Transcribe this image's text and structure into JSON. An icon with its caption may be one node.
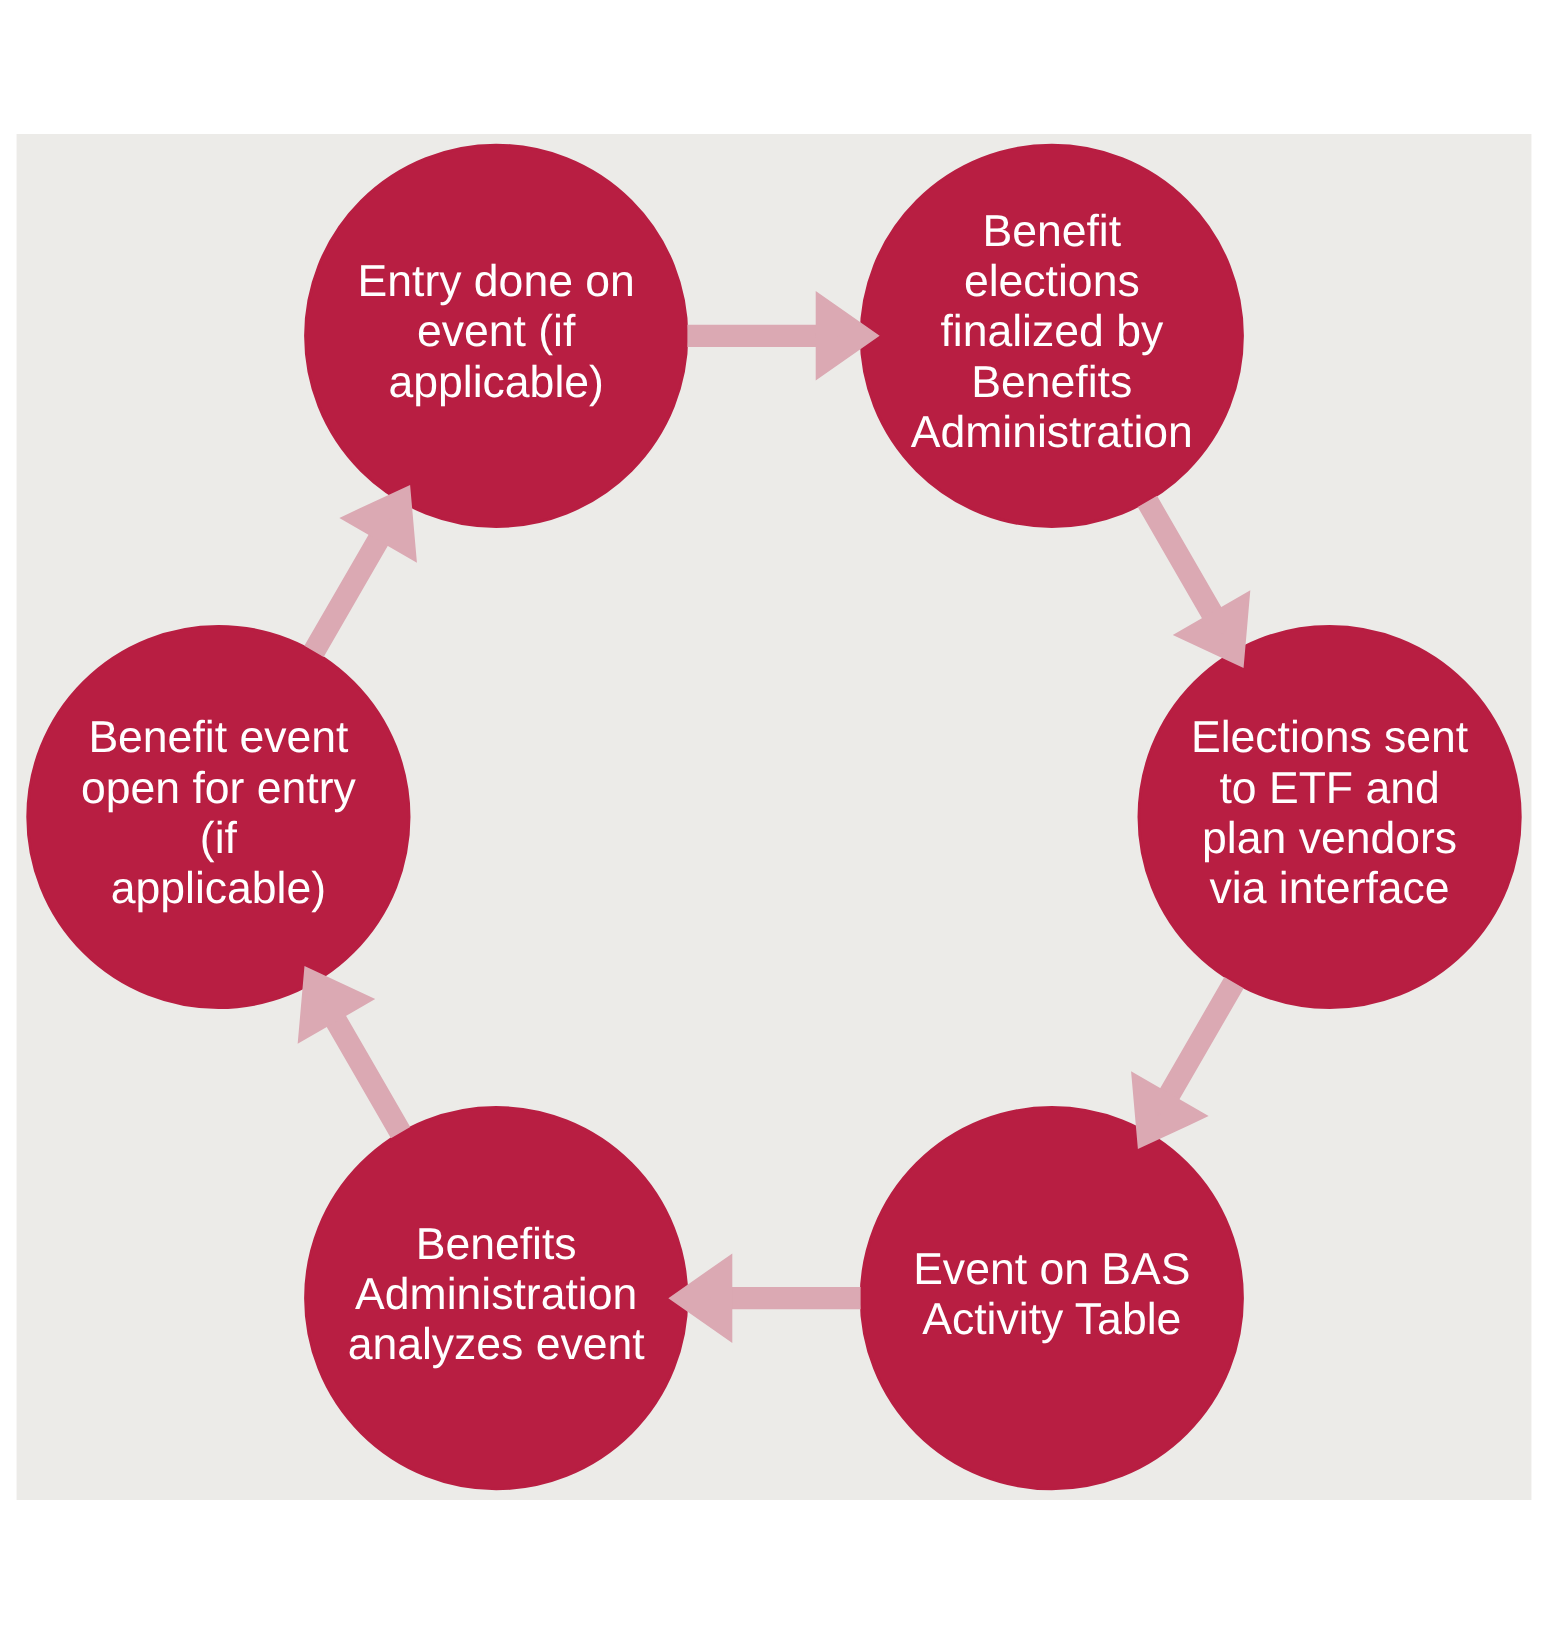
{
  "diagram": {
    "nodes": [
      {
        "text": [
          "Event on BAS Activity Table"
        ]
      },
      {
        "text": [
          "Benefits Administration analyzes event"
        ]
      },
      {
        "text": [
          "Benefit event open for entry (if applicable)"
        ]
      },
      {
        "text": [
          "Entry done on event (if applicable)"
        ]
      },
      {
        "text": [
          "Benefit elections finalized by Benefits Administration"
        ]
      },
      {
        "text": [
          "Elections sent to ETF and plan vendors via interface"
        ]
      }
    ],
    "edges": [
      {
        "from": 0,
        "to": 1,
        "arrow": "to"
      },
      {
        "from": 1,
        "to": 2,
        "arrow": "to"
      },
      {
        "from": 2,
        "to": 3,
        "arrow": "to"
      },
      {
        "from": 3,
        "to": 4,
        "arrow": "to"
      },
      {
        "from": 4,
        "to": 5,
        "arrow": "to"
      },
      {
        "from": 5,
        "to": 0,
        "arrow": "to"
      }
    ]
  }
}
